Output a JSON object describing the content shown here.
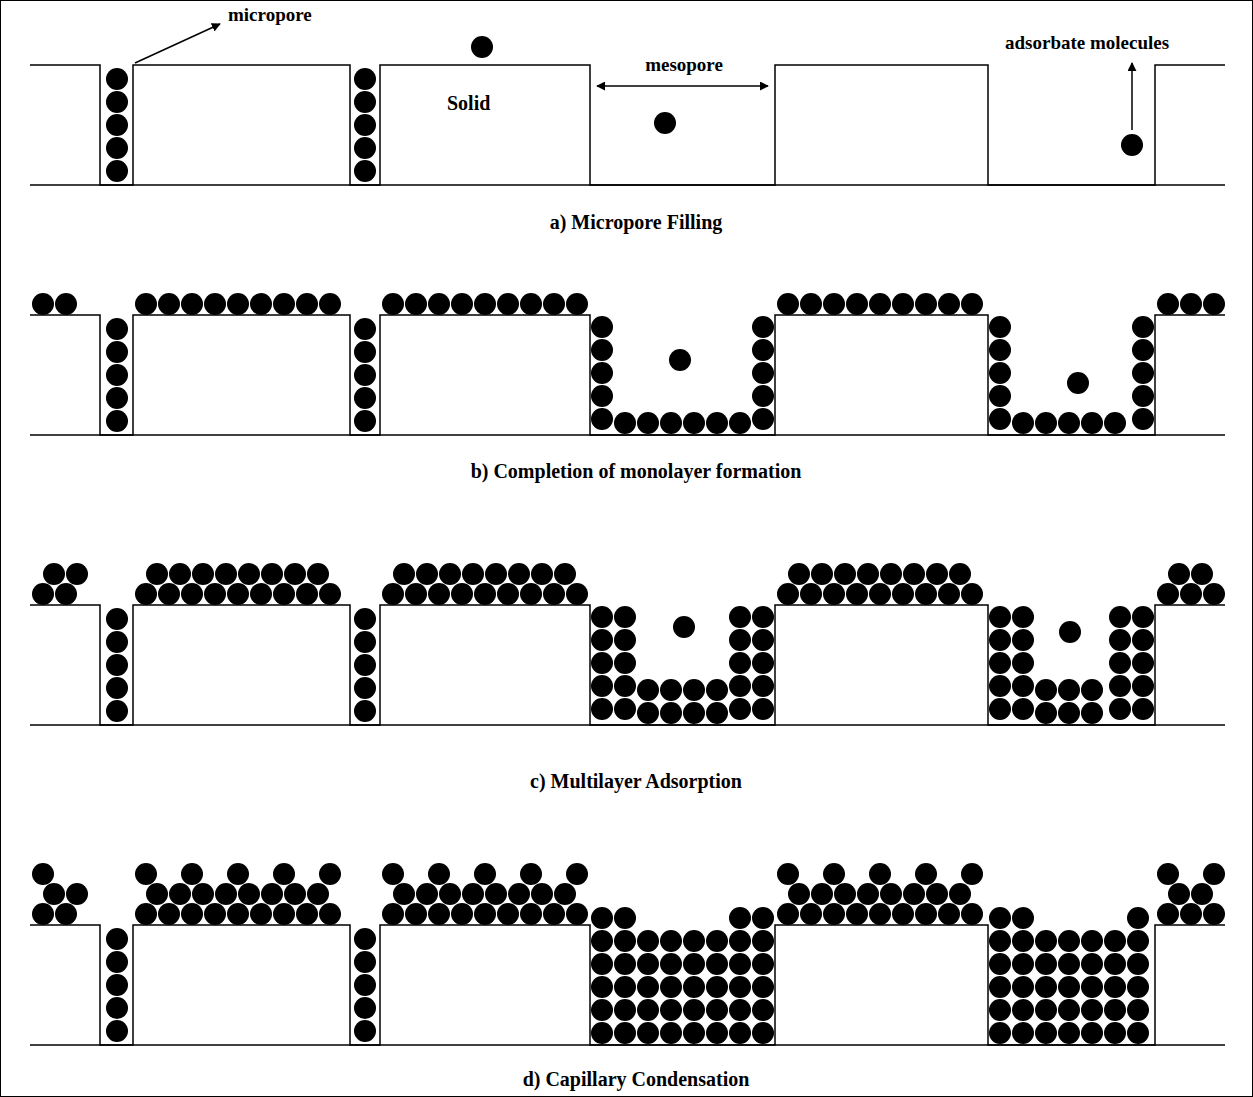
{
  "diagram": {
    "labels": [
      "micropore",
      "mesopore",
      "Solid",
      "adsorbate molecules",
      "a) Micropore Filling",
      "b) Completion of monolayer formation",
      "c) Multilayer Adsorption",
      "d) Capillary Condensation"
    ]
  }
}
